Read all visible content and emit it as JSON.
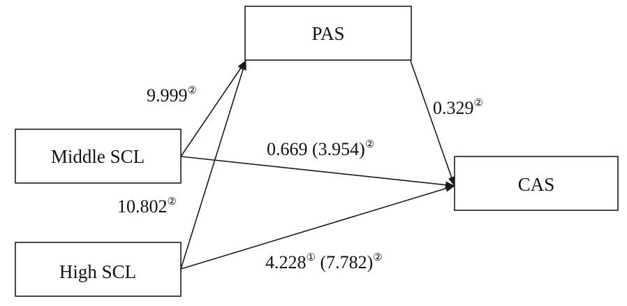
{
  "nodes": {
    "pas": "PAS",
    "middle_scl": "Middle SCL",
    "high_scl": "High SCL",
    "cas": "CAS"
  },
  "edges": {
    "middle_to_pas": {
      "value": "9.999",
      "mark": "②"
    },
    "high_to_pas": {
      "value": "10.802",
      "mark": "②"
    },
    "pas_to_cas": {
      "value": "0.329",
      "mark": "②"
    },
    "middle_to_cas": {
      "value": "0.669 (3.954)",
      "mark": "②"
    },
    "high_to_cas": {
      "value_a": "4.228",
      "mark_a": "①",
      "value_b": " (7.782)",
      "mark_b": "②"
    }
  },
  "colors": {
    "stroke": "#1a1a1a",
    "text": "#111111",
    "background": "#ffffff"
  }
}
